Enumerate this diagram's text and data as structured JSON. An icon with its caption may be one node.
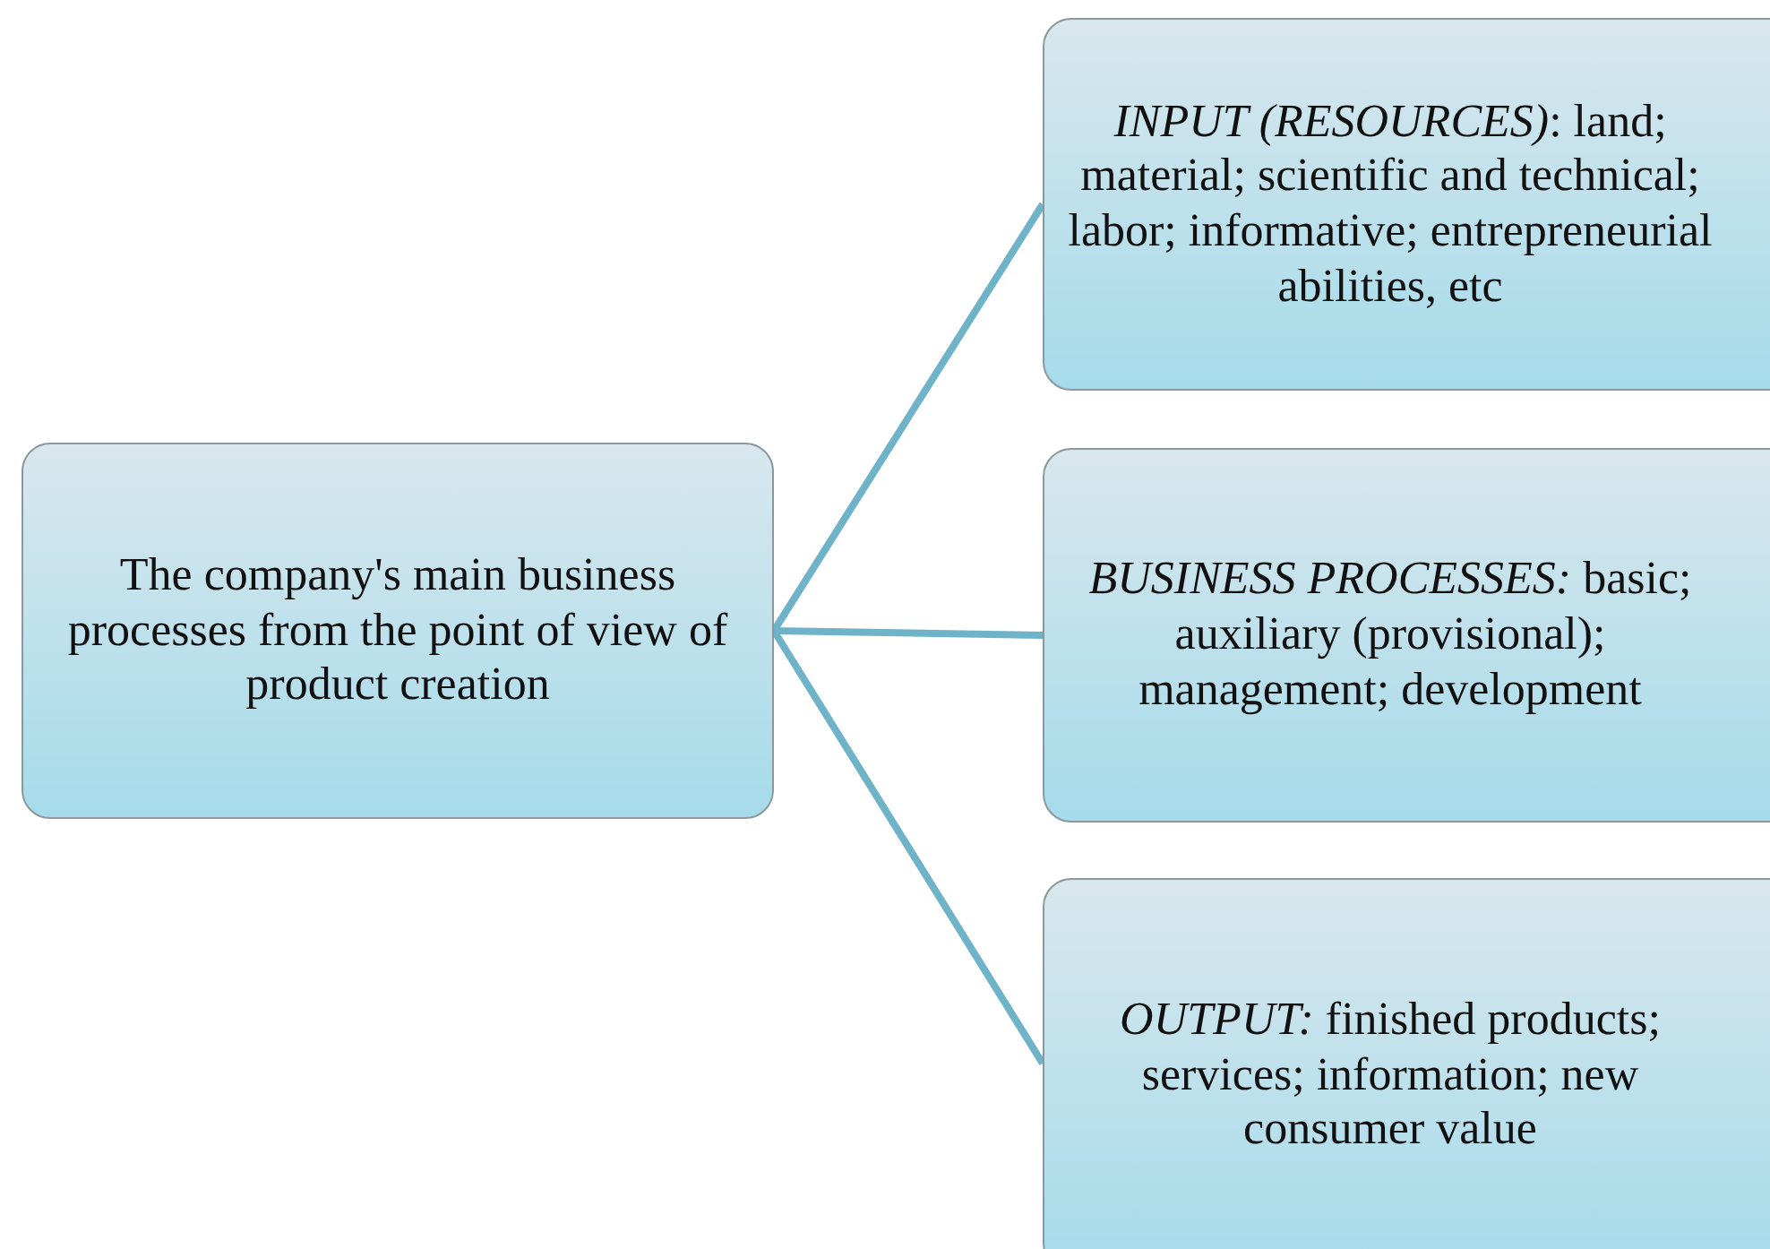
{
  "diagram": {
    "nodes": [
      {
        "text": [
          "The company's main business processes from the point of view of product creation"
        ]
      },
      {
        "text": [
          "*INPUT (RESOURCES)*: land; material; scientific and technical; labor; informative; entrepreneurial abilities, etc"
        ]
      },
      {
        "text": [
          "*BUSINESS PROCESSES:* basic; auxiliary (provisional); management; development"
        ]
      },
      {
        "text": [
          "*OUTPUT:* finished products; services; information; new consumer value"
        ]
      }
    ],
    "edges": [
      {
        "from": 0,
        "to": 1,
        "arrow": "none"
      },
      {
        "from": 0,
        "to": 2,
        "arrow": "none"
      },
      {
        "from": 0,
        "to": 3,
        "arrow": "none"
      }
    ]
  }
}
